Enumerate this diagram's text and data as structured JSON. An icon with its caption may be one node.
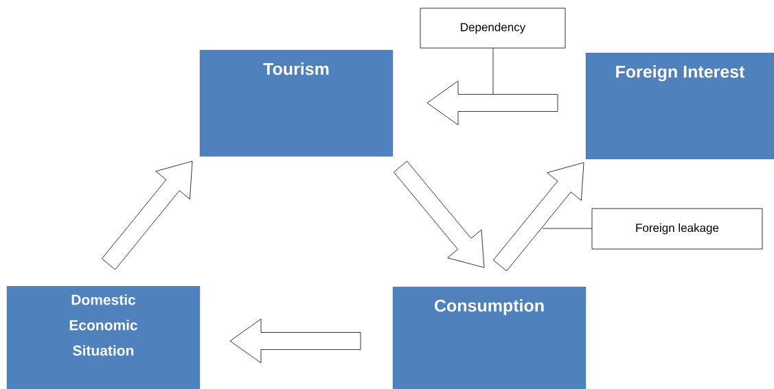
{
  "diagram": {
    "nodes": [
      {
        "text": [
          "Dependency"
        ]
      },
      {
        "text": [
          "Tourism"
        ]
      },
      {
        "text": [
          "Foreign Interest"
        ]
      },
      {
        "text": [
          "Foreign leakage"
        ]
      },
      {
        "text": [
          "Domestic Economic Situation"
        ]
      },
      {
        "text": [
          "Consumption"
        ]
      }
    ],
    "edges": [
      {
        "from": 2,
        "to": 1,
        "arrow": "to"
      },
      {
        "from": 1,
        "to": 5,
        "arrow": "to"
      },
      {
        "from": 5,
        "to": 2,
        "arrow": "to"
      },
      {
        "from": 5,
        "to": 4,
        "arrow": "to"
      },
      {
        "from": 4,
        "to": 1,
        "arrow": "to"
      },
      {
        "from": 0,
        "to": null,
        "arrow": "none"
      },
      {
        "from": 3,
        "to": null,
        "arrow": "none"
      }
    ]
  }
}
